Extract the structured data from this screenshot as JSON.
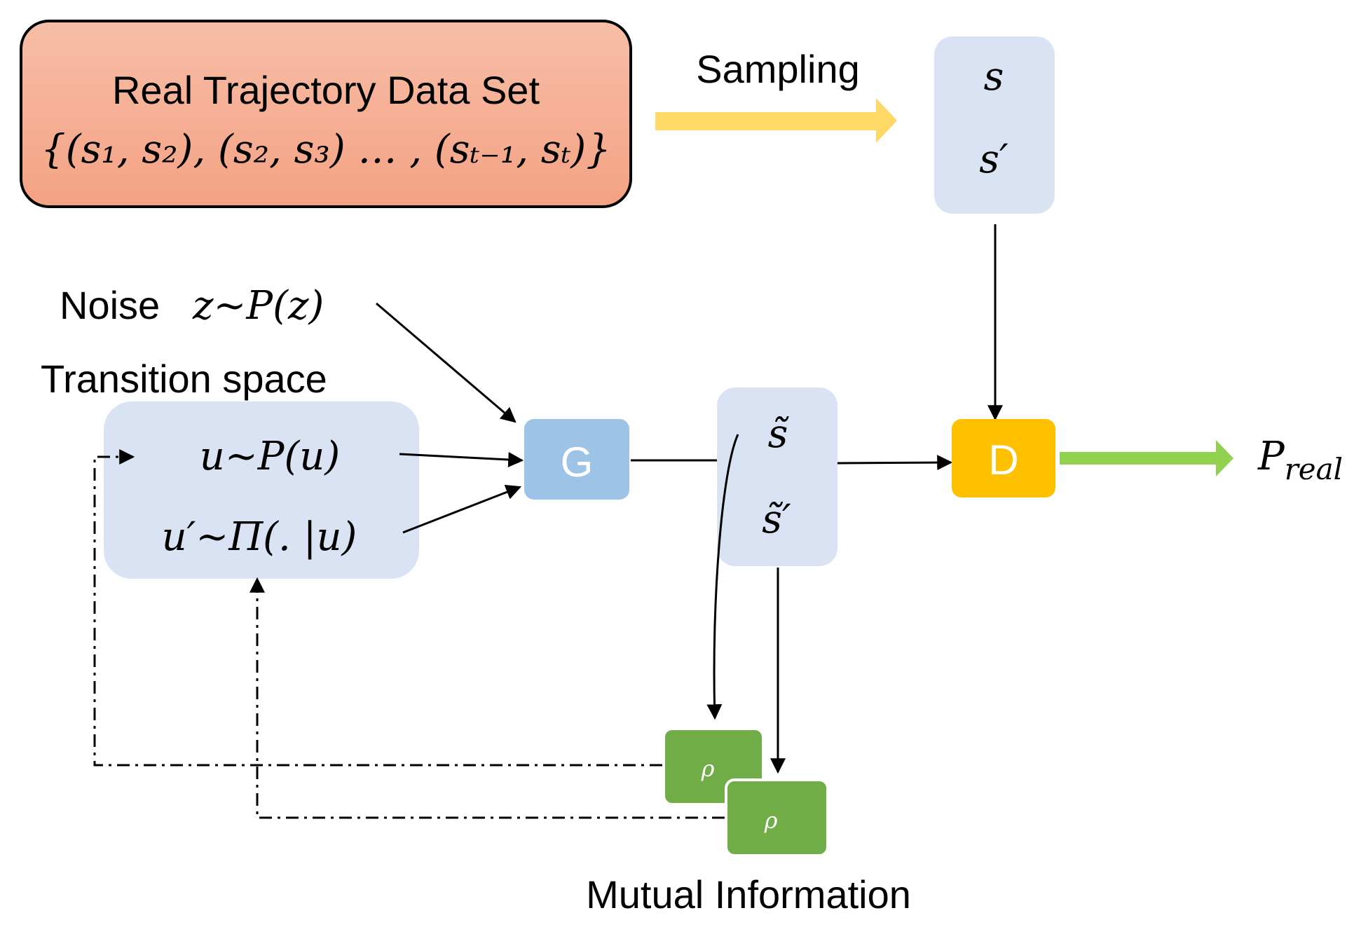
{
  "dataset": {
    "title": "Real Trajectory Data Set",
    "formula": "{(s₁, s₂), (s₂, s₃) … , (sₜ₋₁, sₜ)}"
  },
  "sampling": {
    "label": "Sampling"
  },
  "sample_box": {
    "s": "s",
    "s_prime": "s′"
  },
  "noise": {
    "label": "Noise",
    "formula": "z~P(z)"
  },
  "transition": {
    "label": "Transition space",
    "u": "u~P(u)",
    "u_prime": "u′~Π(. |u)"
  },
  "generator": {
    "label": "G"
  },
  "generated": {
    "s_tilde": "s̃",
    "s_tilde_prime": "s̃′"
  },
  "discriminator": {
    "label": "D"
  },
  "output": {
    "main": "P",
    "sub": "real"
  },
  "mi": {
    "rho1": "ρ",
    "rho2": "ρ",
    "label": "Mutual Information"
  },
  "colors": {
    "dataset_fill": "#f6aa8c",
    "light_box": "#dae3f3",
    "generator": "#9dc3e6",
    "discriminator": "#ffc000",
    "mi_box": "#70ad47",
    "sampling_arrow": "#ffd966",
    "output_arrow": "#92d050"
  }
}
